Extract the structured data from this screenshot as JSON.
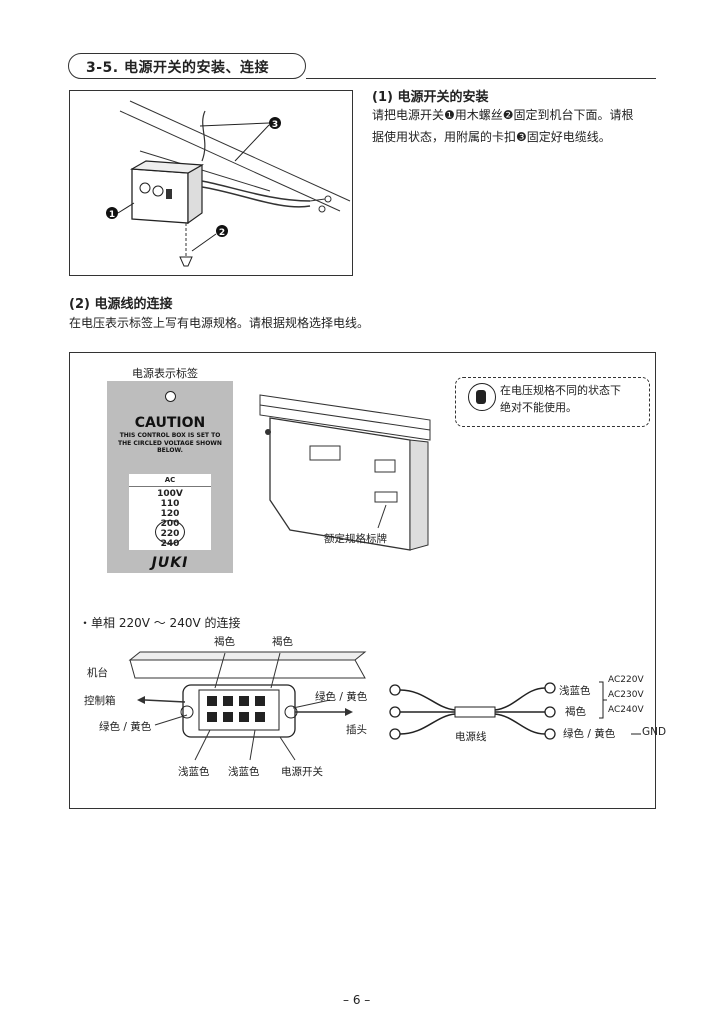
{
  "section": {
    "title": "3-5. 电源开关的安装、连接"
  },
  "install": {
    "heading": "(1) 电源开关的安装",
    "line1": "请把电源开关❶用木螺丝❷固定到机台下面。请根",
    "line2": "据使用状态，用附属的卡扣❸固定好电缆线。",
    "callouts": [
      "1",
      "2",
      "3"
    ]
  },
  "connect": {
    "heading": "(2) 电源线的连接",
    "text": "在电压表示标签上写有电源规格。请根据规格选择电线。"
  },
  "label_card": {
    "title": "电源表示标签",
    "caution": "CAUTION",
    "line1": "THIS CONTROL BOX IS SET TO",
    "line2": "THE CIRCLED VOLTAGE SHOWN BELOW.",
    "ac": "AC",
    "voltages": [
      "100V",
      "110",
      "120",
      "200",
      "220",
      "240"
    ],
    "brand": "JUKI"
  },
  "warning": {
    "line1": "在电压规格不同的状态下",
    "line2": "绝对不能使用。"
  },
  "rating_plate": "额定规格标牌",
  "wiring": {
    "heading": "・单相 220V ～ 240V 的连接",
    "table_label": "机台",
    "brown_left": "褐色",
    "brown_right": "褐色",
    "control_box": "控制箱",
    "green_yellow_left": "绿色 / 黄色",
    "green_yellow_right": "绿色 / 黄色",
    "plug": "插头",
    "light_blue_1": "浅蓝色",
    "light_blue_2": "浅蓝色",
    "power_switch": "电源开关",
    "power_cord": "电源线",
    "cord_light_blue": "浅蓝色",
    "cord_brown": "褐色",
    "cord_green_yellow": "绿色 / 黄色",
    "gnd": "GND",
    "ac220": "AC220V",
    "ac230": "AC230V",
    "ac240": "AC240V"
  },
  "page": {
    "number": "– 6 –"
  }
}
